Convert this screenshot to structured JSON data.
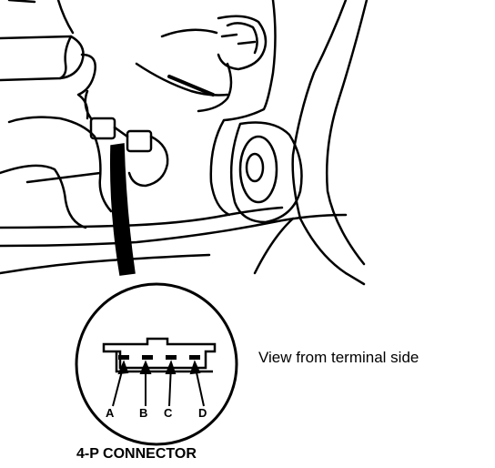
{
  "diagram": {
    "view_label": "View from terminal side",
    "connector_title": "4-P CONNECTOR",
    "pins": [
      {
        "label": "A"
      },
      {
        "label": "B"
      },
      {
        "label": "C"
      },
      {
        "label": "D"
      }
    ]
  }
}
